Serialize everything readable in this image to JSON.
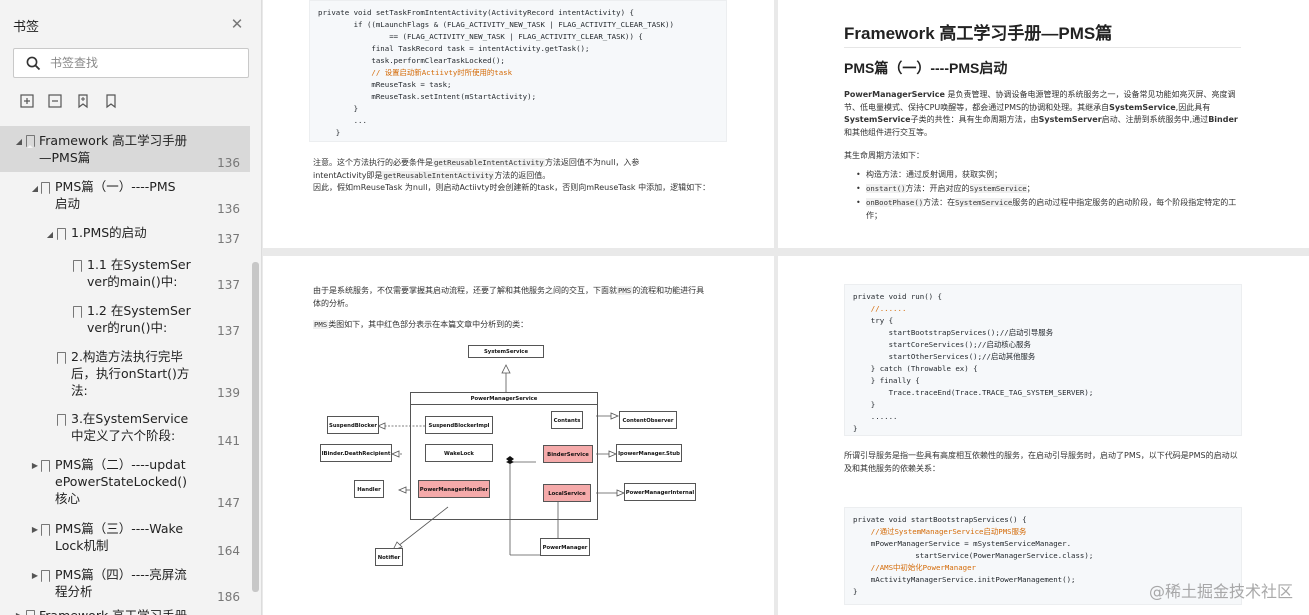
{
  "sidebar": {
    "title": "书签",
    "search_placeholder": "书签查找",
    "tools": [
      "expand-all-icon",
      "collapse-all-icon",
      "add-bookmark-icon",
      "bookmark-icon"
    ],
    "items": [
      {
        "label": "Framework 高工学习手册\n—PMS篇",
        "page": "136"
      },
      {
        "label": "PMS篇（一）----PMS\n启动",
        "page": "136"
      },
      {
        "label": "1.PMS的启动",
        "page": "137"
      },
      {
        "label": "1.1 在SystemSer\nver的main()中:",
        "page": "137"
      },
      {
        "label": "1.2 在SystemSer\nver的run()中:",
        "page": "137"
      },
      {
        "label": "2.构造方法执行完毕\n后，执行onStart()方\n法:",
        "page": "139"
      },
      {
        "label": "3.在SystemService\n中定义了六个阶段:",
        "page": "141"
      },
      {
        "label": "PMS篇（二）----updat\nePowerStateLocked()\n核心",
        "page": "147"
      },
      {
        "label": "PMS篇（三）----Wake\nLock机制",
        "page": "164"
      },
      {
        "label": "PMS篇（四）----亮屏流\n程分析",
        "page": "186"
      },
      {
        "label": "Framework 高工学习手册",
        "page": ""
      }
    ]
  },
  "p1": {
    "code": [
      "private void setTaskFromIntentActivity(ActivityRecord intentActivity) {",
      "        if ((mLaunchFlags & (FLAG_ACTIVITY_NEW_TASK | FLAG_ACTIVITY_CLEAR_TASK))",
      "                == (FLAG_ACTIVITY_NEW_TASK | FLAG_ACTIVITY_CLEAR_TASK)) {",
      "            final TaskRecord task = intentActivity.getTask();",
      "            task.performClearTaskLocked();",
      "            // 设置启动新Actiivty时所使用的task",
      "            mReuseTask = task;",
      "            mReuseTask.setIntent(mStartActivity);",
      "        }",
      "        ...",
      "    }"
    ],
    "note_a": "注意。这个方法执行的必要条件是",
    "note_code1": "getReusableIntentActivity",
    "note_b": "方法返回值不为null，入参",
    "note_c": "intentActivity即是",
    "note_code2": "getReusableIntentActivity",
    "note_d": "方法的返回值。",
    "note_e": "因此，假如mReuseTask 为null，则启动Actiivty时会创建新的task，否则向mReuseTask 中添加，逻辑如下："
  },
  "p2": {
    "title": "Framework 高工学习手册—PMS篇",
    "subtitle": "PMS篇（一）----PMS启动",
    "para_a": "PowerManagerService",
    "para_b": " 是负责管理、协调设备电源管理的系统服务之一，设备常见功能如亮灭屏、亮度调节、低电量模式、保持CPU唤醒等，都会通过PMS的协调和处理。其继承自",
    "para_c": "SystemService",
    "para_d": ",因此具有",
    "para_e": "SystemService",
    "para_f": "子类的共性：具有生命周期方法，由",
    "para_g": "SystemServer",
    "para_h": "启动、注册到系统服务中,通过",
    "para_i": "Binder",
    "para_j": "和其他组件进行交互等。",
    "lifecycle": "其生命周期方法如下：",
    "b1": "构造方法：通过反射调用，获取实例；",
    "b2_code": "onstart()",
    "b2_text": "方法：开启对应的",
    "b2_code2": "SystemService",
    "b2_end": "；",
    "b3_code": "onBootPhase()",
    "b3_text": "方法：在",
    "b3_code2": "SystemService",
    "b3_end": "服务的启动过程中指定服务的启动阶段，每个阶段指定特定的工作；"
  },
  "p3": {
    "intro": "由于是系统服务，不仅需要掌握其启动流程，还要了解和其他服务之间的交互，下面就",
    "intro_code": "PMS",
    "intro_end": "的流程和功能进行具体的分析。",
    "caption_code": "PMS",
    "caption": "类图如下，其中红色部分表示在本篇文章中分析到的类：",
    "uml": {
      "SystemService": "SystemService",
      "PowerManagerService": "PowerManagerService",
      "SuspendBlocker": "SuspendBlocker",
      "SuspendBlockerImpl": "SuspendBlockerImpl",
      "Contants": "Contants",
      "ContentObserver": "ContentObserver",
      "DeathRecipient": "IBinder.DeathRecipient",
      "WakeLock": "WakeLock",
      "BinderService": "BinderService",
      "Stub": "IpowerManager.Stub",
      "Handler": "Handler",
      "PowerManagerHandler": "PowerManagerHandler",
      "LocalService": "LocalService",
      "PowerManagerInternal": "PowerManagerInternal",
      "Notifier": "Notifier",
      "PowerManager": "PowerManager"
    }
  },
  "p4": {
    "code1": [
      "private void run() {",
      "    //......",
      "    try {",
      "        startBootstrapServices();//启动引导服务",
      "        startCoreServices();//启动核心服务",
      "        startOtherServices();//启动其他服务",
      "    } catch (Throwable ex) {",
      "    } finally {",
      "        Trace.traceEnd(Trace.TRACE_TAG_SYSTEM_SERVER);",
      "    }",
      "    ......",
      "}"
    ],
    "para": "所谓引导服务是指一些具有高度相互依赖性的服务，在启动引导服务时，启动了PMS，以下代码是PMS的启动以及和其他服务的依赖关系：",
    "code2": [
      "private void startBootstrapServices() {",
      "    //通过SystemManagerService启动PMS服务",
      "    mPowerManagerService = mSystemServiceManager.",
      "              startService(PowerManagerService.class);",
      "    //AMS中初始化PowerManager",
      "    mActivityManagerService.initPowerManagement();",
      "}"
    ]
  },
  "watermark": "@稀土掘金技术社区"
}
